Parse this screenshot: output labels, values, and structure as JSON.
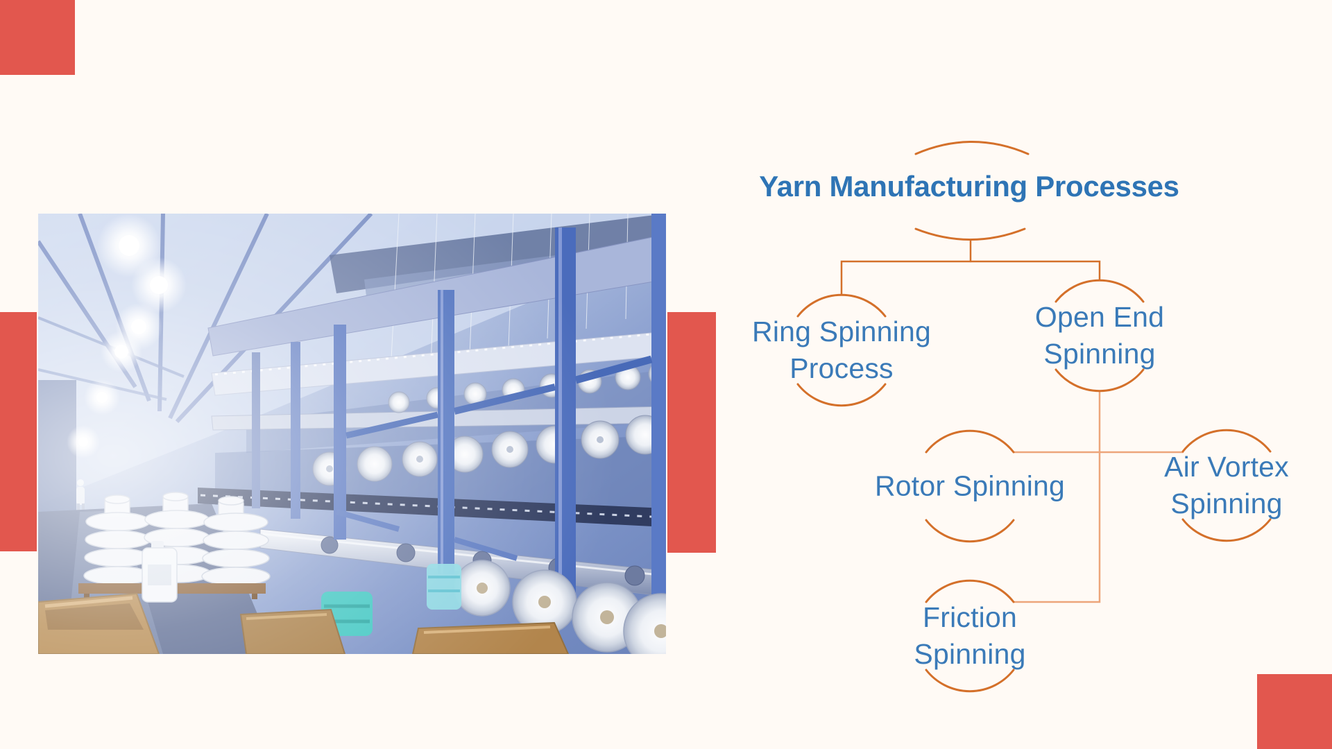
{
  "colors": {
    "red": "#e2574e",
    "orange": "#d4702a",
    "orange_light": "#eda57a",
    "blue_title": "#2e74b5",
    "blue_node": "#3a7ab8",
    "background": "#fffaf5"
  },
  "photo": {
    "alt": "Textile yarn spinning factory floor: rows of blue machines with white yarn bobbins, ceiling lights and stacked spools"
  },
  "diagram": {
    "title": "Yarn Manufacturing Processes",
    "nodes": [
      {
        "id": "ring",
        "lines": [
          "Ring Spinning",
          "Process"
        ]
      },
      {
        "id": "open-end",
        "lines": [
          "Open End",
          "Spinning"
        ]
      },
      {
        "id": "rotor",
        "lines": [
          "Rotor Spinning"
        ]
      },
      {
        "id": "air-vortex",
        "lines": [
          "Air Vortex",
          "Spinning"
        ]
      },
      {
        "id": "friction",
        "lines": [
          "Friction",
          "Spinning"
        ]
      }
    ]
  }
}
